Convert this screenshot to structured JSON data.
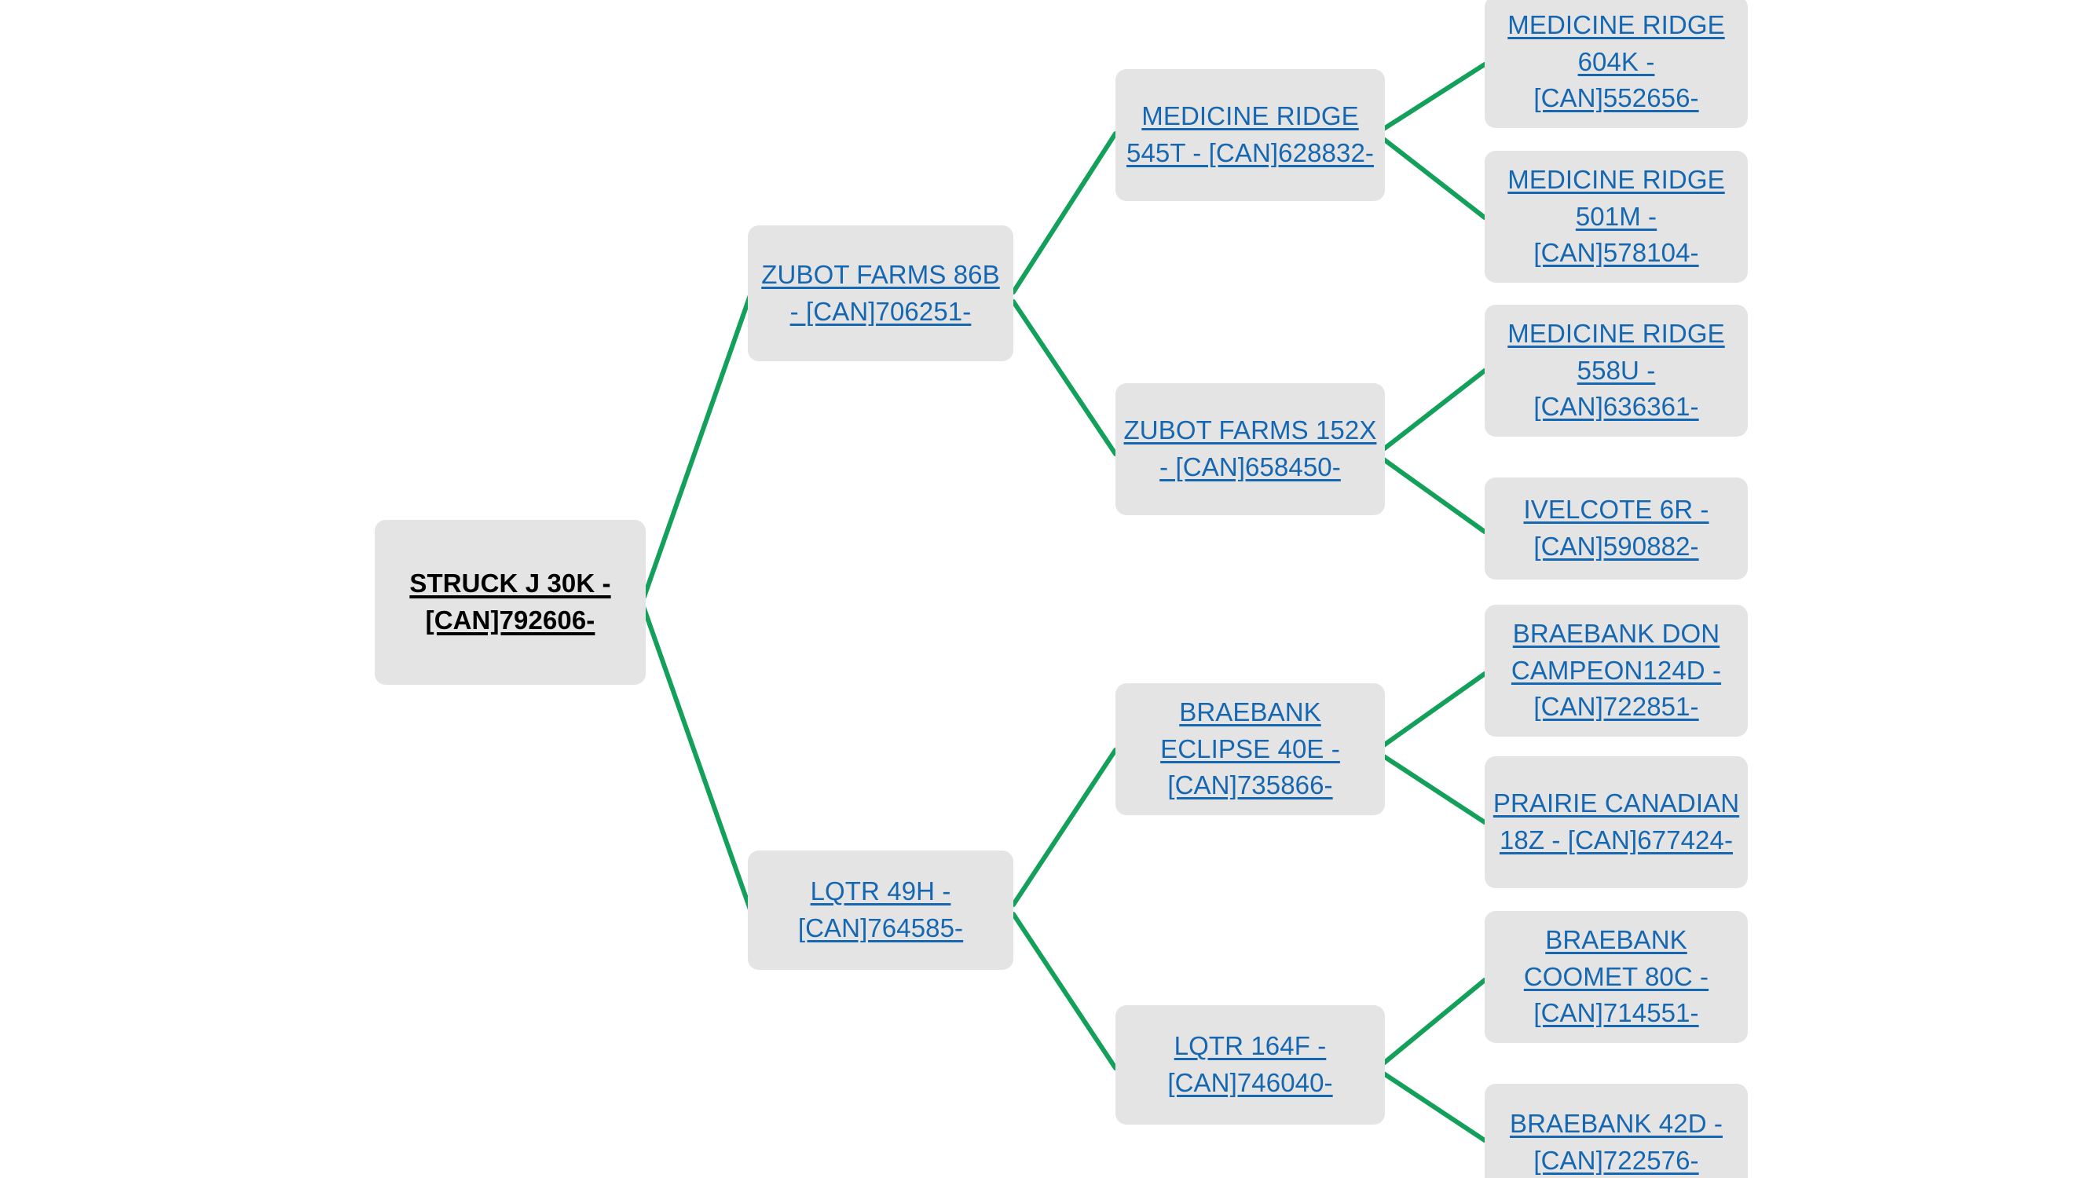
{
  "diagram": {
    "type": "pedigree-tree",
    "orientation": "left-to-right",
    "background_color": "#ffffff",
    "node_color": "#e4e4e4",
    "link_color": "#1667b1",
    "root_text_color": "#000000",
    "connector_color": "#13a05a"
  },
  "nodes": {
    "root": {
      "label": "STRUCK J 30K - [CAN]792606-",
      "generation": 0
    },
    "gen1": [
      {
        "id": "sire",
        "label": "ZUBOT FARMS 86B - [CAN]706251-"
      },
      {
        "id": "dam",
        "label": "LQTR 49H - [CAN]764585-"
      }
    ],
    "gen2": [
      {
        "id": "sire-sire",
        "label": "MEDICINE RIDGE 545T - [CAN]628832-"
      },
      {
        "id": "sire-dam",
        "label": "ZUBOT FARMS 152X - [CAN]658450-"
      },
      {
        "id": "dam-sire",
        "label": "BRAEBANK ECLIPSE 40E - [CAN]735866-"
      },
      {
        "id": "dam-dam",
        "label": "LQTR 164F - [CAN]746040-"
      }
    ],
    "gen3": [
      {
        "id": "ss-sire",
        "label": "MEDICINE RIDGE 604K - [CAN]552656-"
      },
      {
        "id": "ss-dam",
        "label": "MEDICINE RIDGE 501M - [CAN]578104-"
      },
      {
        "id": "sd-sire",
        "label": "MEDICINE RIDGE 558U - [CAN]636361-"
      },
      {
        "id": "sd-dam",
        "label": "IVELCOTE 6R - [CAN]590882-"
      },
      {
        "id": "ds-sire",
        "label": "BRAEBANK DON CAMPEON124D - [CAN]722851-"
      },
      {
        "id": "ds-dam",
        "label": "PRAIRIE CANADIAN 18Z - [CAN]677424-"
      },
      {
        "id": "dd-sire",
        "label": "BRAEBANK COOMET 80C - [CAN]714551-"
      },
      {
        "id": "dd-dam",
        "label": "BRAEBANK 42D - [CAN]722576-"
      }
    ]
  }
}
